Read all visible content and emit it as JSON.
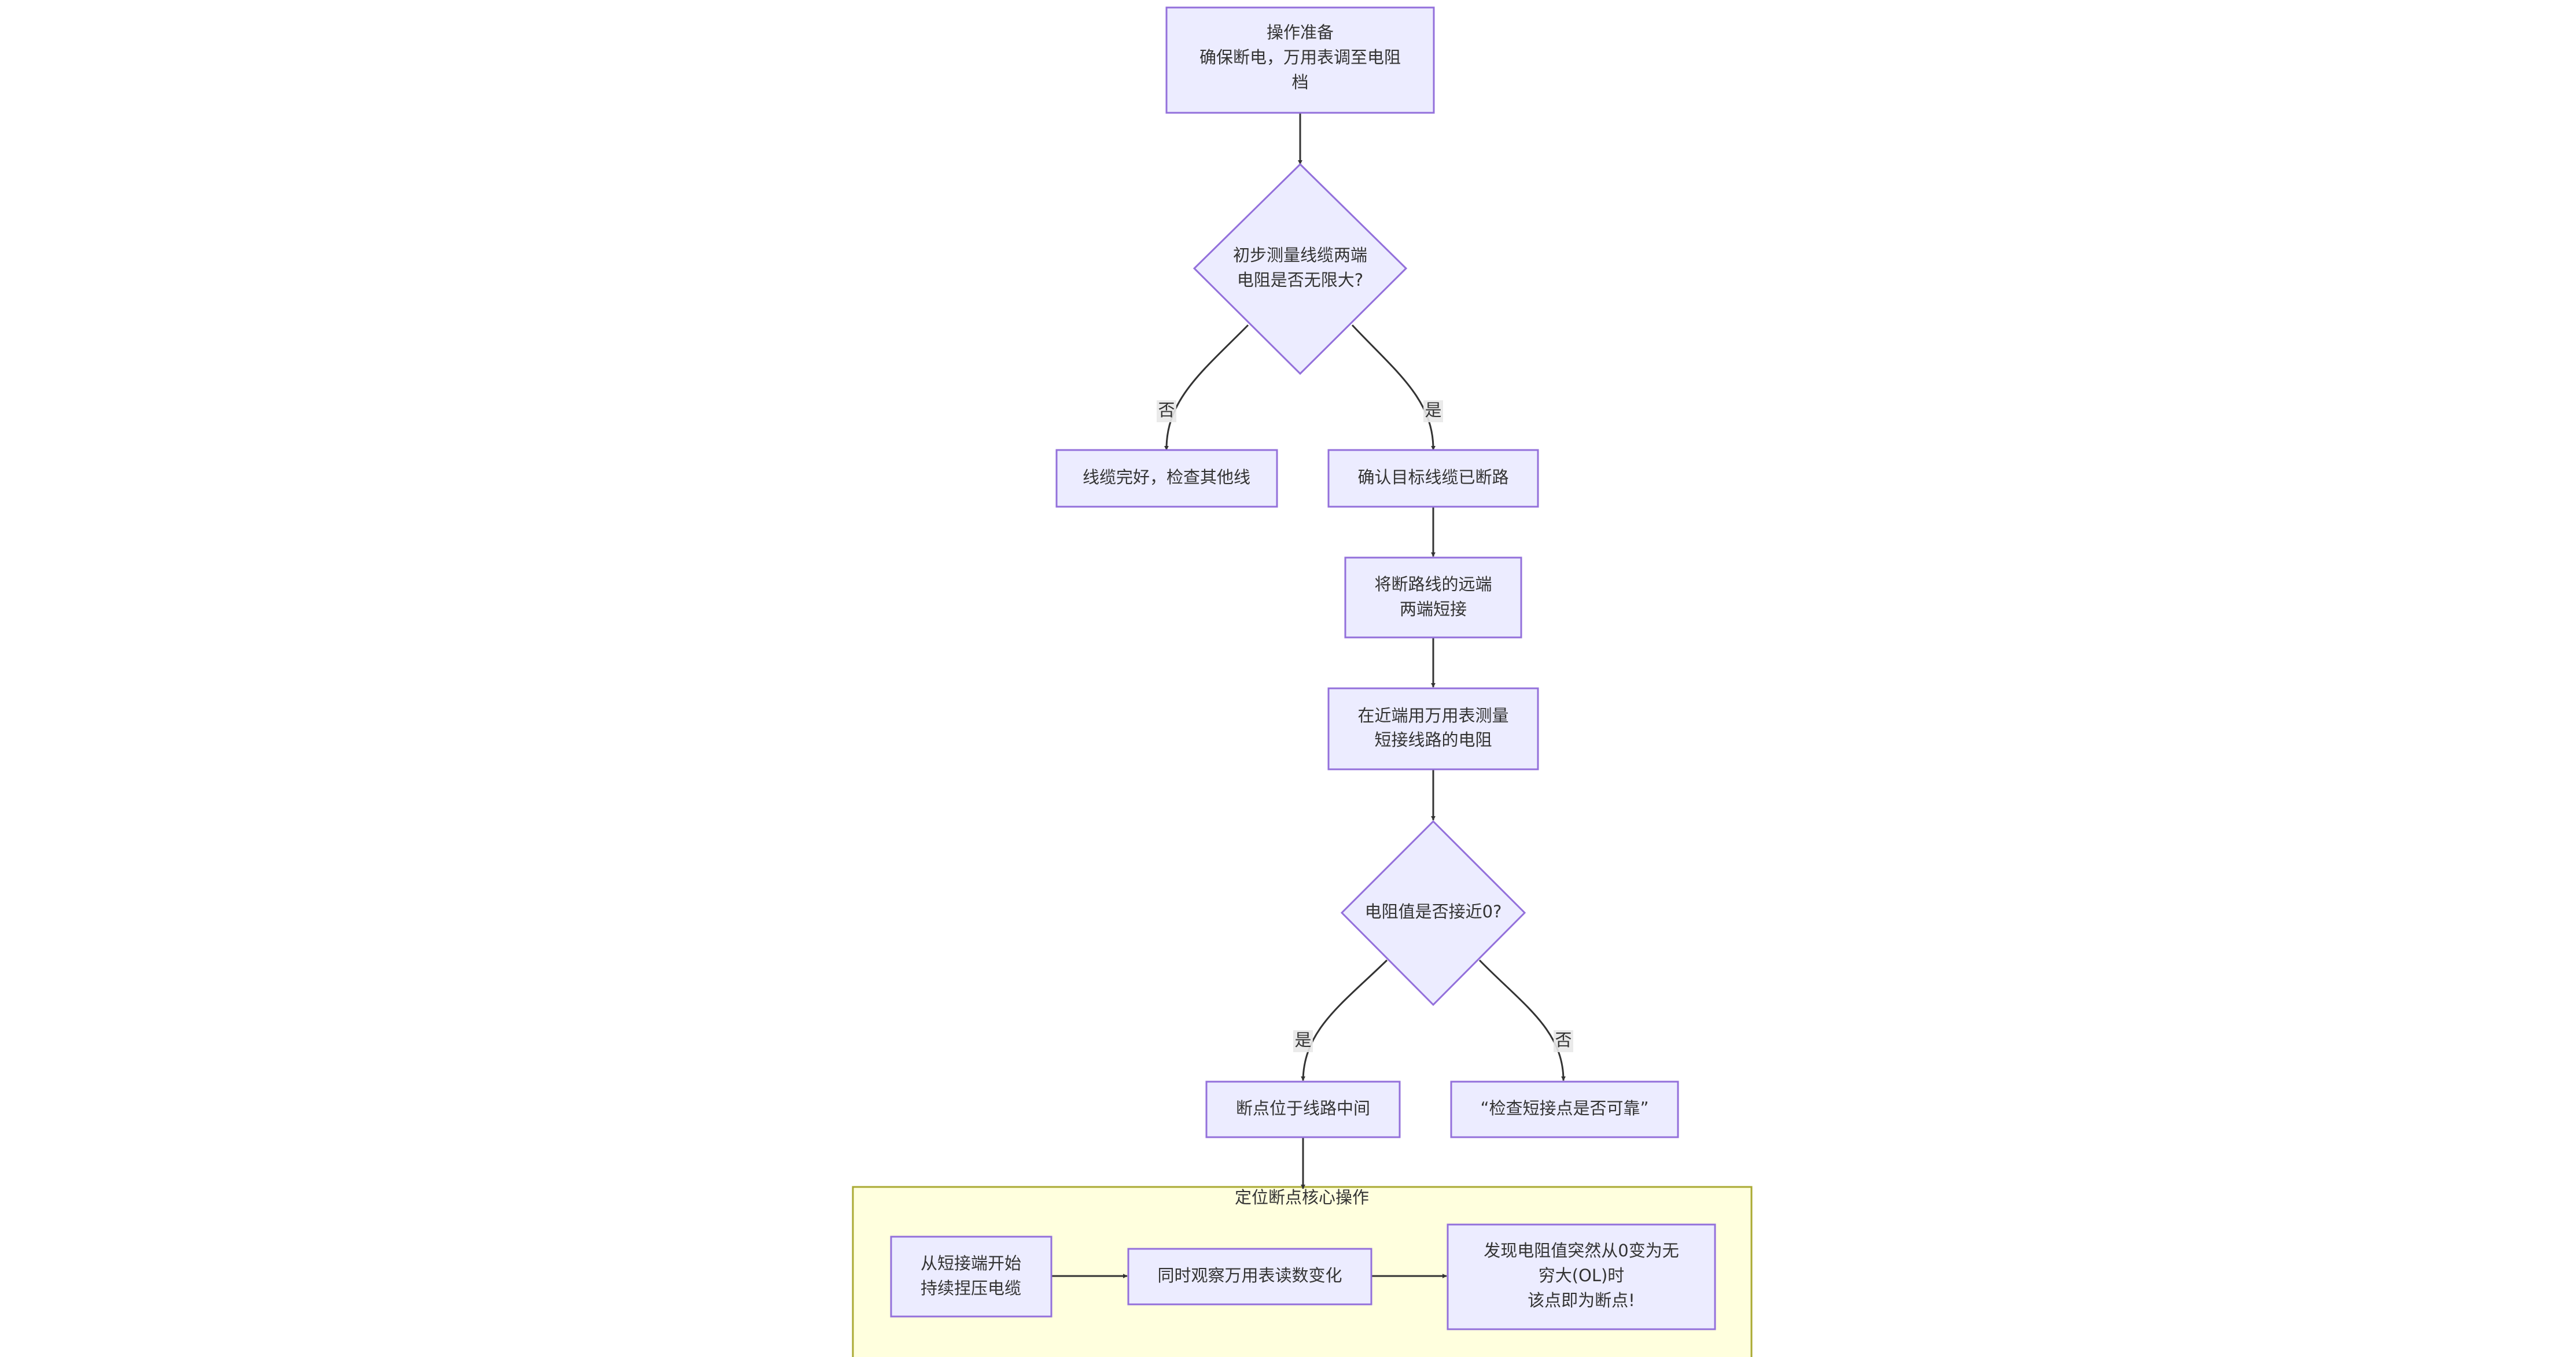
{
  "colors": {
    "node_fill": "#ECECFF",
    "node_stroke": "#9370DB",
    "cluster_fill": "#FFFFDE",
    "cluster_stroke": "#AAAA33",
    "edge": "#333333",
    "text": "#333333",
    "edge_label_bg": "#E8E8E8"
  },
  "nodes": {
    "prep": {
      "lines": [
        "操作准备",
        "确保断电，万用表调至电阻",
        "档"
      ]
    },
    "q_infinite": {
      "lines": [
        "初步测量线缆两端",
        "电阻是否无限大?"
      ]
    },
    "cable_ok": {
      "lines": [
        "线缆完好，检查其他线"
      ]
    },
    "confirm_open": {
      "lines": [
        "确认目标线缆已断路"
      ]
    },
    "short_far_end": {
      "lines": [
        "将断路线的远端",
        "两端短接"
      ]
    },
    "measure_near": {
      "lines": [
        "在近端用万用表测量",
        "短接线路的电阻"
      ]
    },
    "q_near_zero": {
      "lines": [
        "电阻值是否接近0?"
      ]
    },
    "break_middle": {
      "lines": [
        "断点位于线路中间"
      ]
    },
    "check_short": {
      "lines": [
        "“检查短接点是否可靠”"
      ]
    },
    "squeeze": {
      "lines": [
        "从短接端开始",
        "持续捏压电缆"
      ]
    },
    "observe": {
      "lines": [
        "同时观察万用表读数变化"
      ]
    },
    "found": {
      "lines": [
        "发现电阻值突然从0变为无",
        "穷大(OL)时",
        "该点即为断点!"
      ]
    }
  },
  "edge_labels": {
    "no_1": "否",
    "yes_1": "是",
    "yes_2": "是",
    "no_2": "否"
  },
  "cluster": {
    "title": "定位断点核心操作"
  }
}
